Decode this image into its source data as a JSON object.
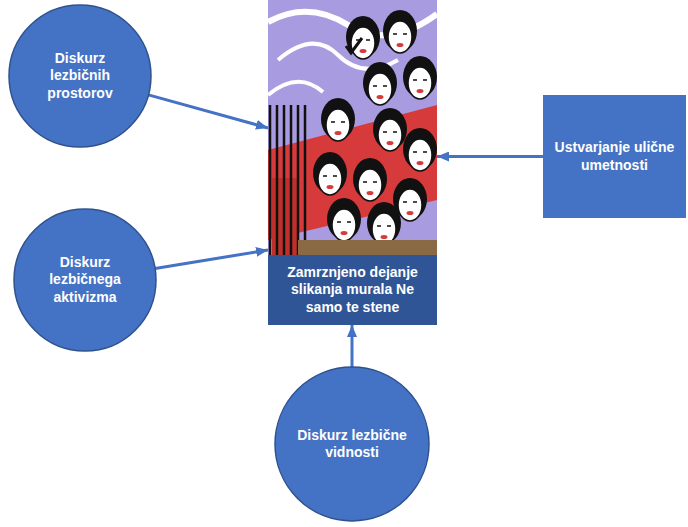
{
  "diagram": {
    "nodes": [
      {
        "text": [
          "Diskurz lezbičnih prostorov"
        ]
      },
      {
        "text": [
          "Zamrznjeno dejanje slikanja murala Ne samo te stene"
        ]
      },
      {
        "text": [
          "Ustvarjanje ulične umetnosti"
        ]
      },
      {
        "text": [
          "Diskurz lezbičnega aktivizma"
        ]
      },
      {
        "text": [
          "Diskurz lezbične vidnosti"
        ]
      }
    ],
    "edges": [
      {
        "from": 0,
        "to": 1,
        "arrow": "to"
      },
      {
        "from": 2,
        "to": 1,
        "arrow": "to"
      },
      {
        "from": 3,
        "to": 1,
        "arrow": "to"
      },
      {
        "from": 4,
        "to": 1,
        "arrow": "to"
      }
    ]
  }
}
